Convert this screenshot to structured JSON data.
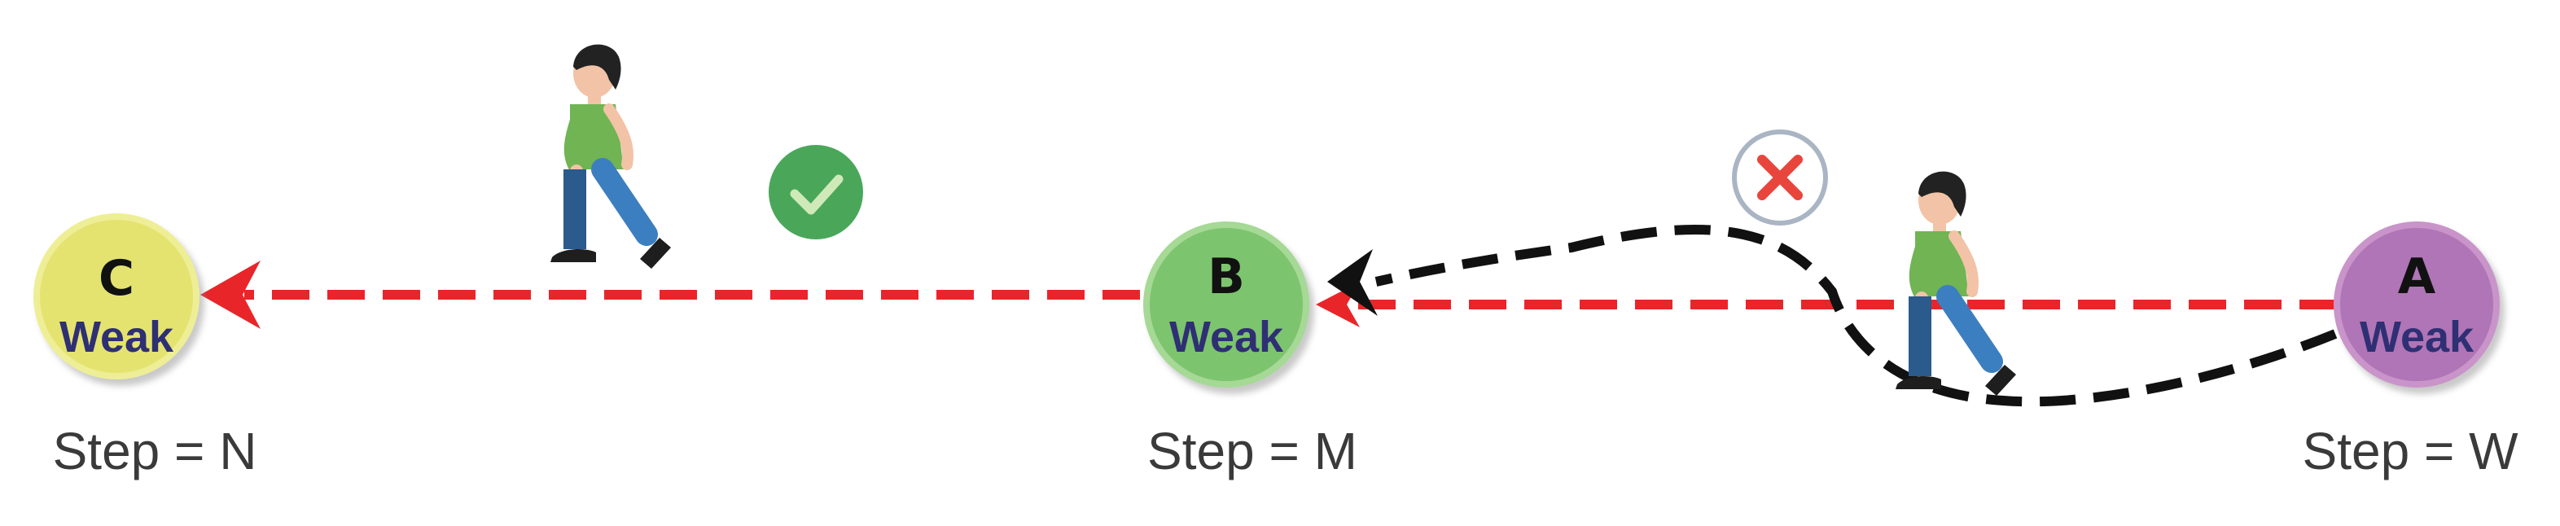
{
  "nodes": {
    "c": {
      "letter": "C",
      "tag": "Weak",
      "step": "Step = N",
      "fill": "#e4e36f",
      "ring": "#eeee96"
    },
    "b": {
      "letter": "B",
      "tag": "Weak",
      "step": "Step = M",
      "fill": "#7dc46e",
      "ring": "#a5d995"
    },
    "a": {
      "letter": "A",
      "tag": "Weak",
      "step": "Step = W",
      "fill": "#b074b6",
      "ring": "#c994c9"
    }
  },
  "icons": {
    "success": "check-circle-icon",
    "failure": "cross-circle-icon",
    "walker": "walking-person-icon"
  },
  "colors": {
    "direct_path": "#e8262a",
    "detour_path": "#111111",
    "success": "#4aa75a",
    "failure": "#e8453c",
    "text": "#2f2f74"
  }
}
